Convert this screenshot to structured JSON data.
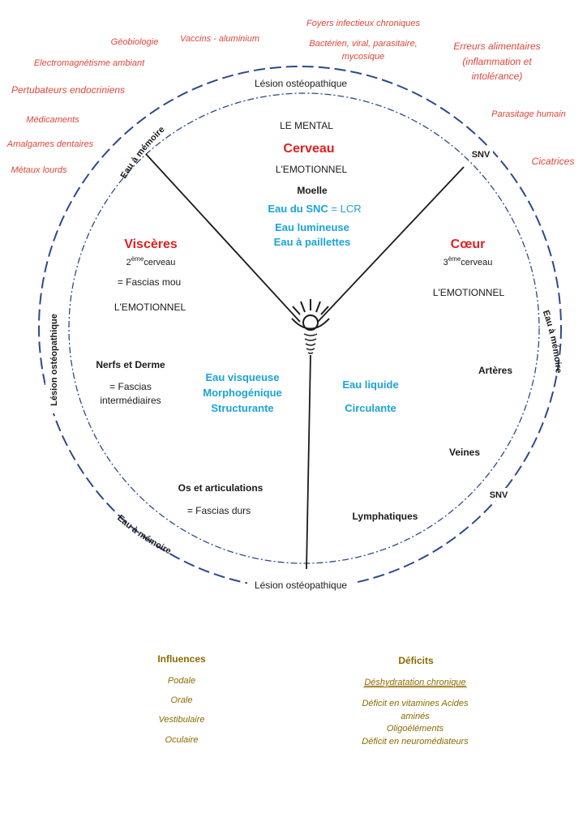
{
  "outer_labels": {
    "foyers": "Foyers infectieux chroniques",
    "bacterien_1": "Bactérien, viral, parasitaire,",
    "bacterien_2": "mycosique",
    "geobiologie": "Géobiologie",
    "vaccins": "Vaccins - aluminium",
    "erreurs_1": "Erreurs alimentaires",
    "erreurs_2": "(inflammation et",
    "erreurs_3": "intolérance)",
    "electro": "Electromagnétisme ambiant",
    "pertubateurs": "Pertubateurs endocriniens",
    "parasitage": "Parasitage humain",
    "medicaments": "Médicaments",
    "amalgames": "Amalgames dentaires",
    "cicatrices": "Cicatrices",
    "metaux": "Métaux lourds"
  },
  "ring_labels": {
    "lesion_top": "Lésion ostéopathique",
    "lesion_bottom": "Lésion ostéopathique",
    "lesion_left": "Lésion ostéopathique",
    "eau_memoire_tl": "Eau à mémoire",
    "eau_memoire_bl": "Eau à mémoire",
    "eau_memoire_r": "Eau à mémoire",
    "snv_top": "SNV",
    "snv_bottom": "SNV"
  },
  "top_sector": {
    "le_mental": "LE MENTAL",
    "cerveau": "Cerveau",
    "emotionnel": "L'EMOTIONNEL",
    "moelle": "Moelle",
    "eau_snc": "Eau du SNC",
    "eq_lcr": " = LCR",
    "eau_lumineuse": "Eau lumineuse",
    "eau_paillettes": "Eau à paillettes"
  },
  "left_sector": {
    "visceres": "Viscères",
    "cerveau_num": "2",
    "cerveau_sup": "ème",
    "cerveau_word": "cerveau",
    "fascias_mou": "= Fascias mou",
    "emotionnel": "L'EMOTIONNEL",
    "nerfs": "Nerfs et Derme",
    "fascias_int_1": "= Fascias",
    "fascias_int_2": "intermédiaires",
    "eau_visqueuse": "Eau visqueuse",
    "morpho": "Morphogénique",
    "structurante": "Structurante",
    "os": "Os et articulations",
    "fascias_durs": "= Fascias durs"
  },
  "right_sector": {
    "coeur": "Cœur",
    "cerveau_num": "3",
    "cerveau_sup": "ème",
    "cerveau_word": "cerveau",
    "emotionnel": "L'EMOTIONNEL",
    "arteres": "Artères",
    "eau_liquide": "Eau liquide",
    "circulante": "Circulante",
    "veines": "Veines",
    "lymphatiques": "Lymphatiques"
  },
  "influences": {
    "title": "Influences",
    "items": [
      "Podale",
      "Orale",
      "Vestibulaire",
      "Oculaire"
    ]
  },
  "deficits": {
    "title": "Déficits",
    "item_1": "Déshydratation chronique",
    "item_2a": "Déficit en vitamines Acides",
    "item_2b": "aminés",
    "item_3": "Oligoéléments",
    "item_4": "Déficit en neuromédiateurs"
  },
  "colors": {
    "outer_ring": "#2b4a8c",
    "red_text": "#e0453a",
    "blue_text": "#1aa3d9",
    "gold_text": "#8a6a00"
  }
}
